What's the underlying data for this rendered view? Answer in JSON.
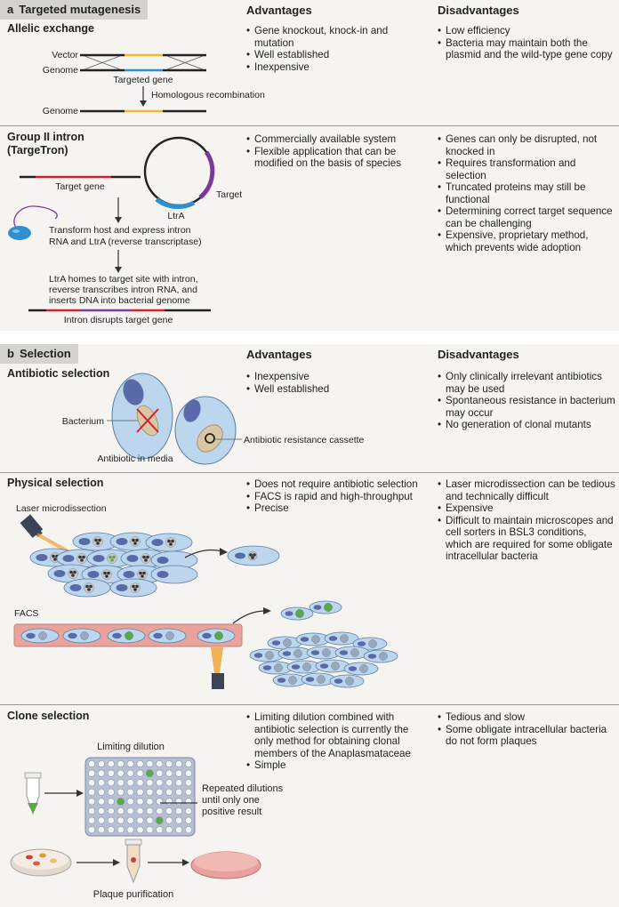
{
  "panel_a": {
    "letter": "a",
    "title": "Targeted mutagenesis",
    "col_adv": "Advantages",
    "col_dis": "Disadvantages",
    "allelic": {
      "title": "Allelic exchange",
      "vector": "Vector",
      "genome": "Genome",
      "targeted_gene": "Targeted gene",
      "homologous": "Homologous recombination",
      "genome2": "Genome",
      "advantages": [
        "Gene knockout, knock-in and mutation",
        "Well established",
        "Inexpensive"
      ],
      "disadvantages": [
        "Low efficiency",
        "Bacteria may maintain both the plasmid and the wild-type gene copy"
      ]
    },
    "intron": {
      "title_line1": "Group II intron",
      "title_line2": "(TargeTron)",
      "target_gene": "Target gene",
      "target": "Target",
      "ltra": "LtrA",
      "step1_line1": "Transform host and express intron",
      "step1_line2": "RNA and LtrA (reverse transcriptase)",
      "step2_line1": "LtrA homes to target site with intron,",
      "step2_line2": "reverse transcribes intron RNA, and",
      "step2_line3": "inserts DNA into bacterial genome",
      "disrupt": "Intron disrupts target gene",
      "advantages": [
        "Commercially available system",
        "Flexible application that can be modified on the basis of species"
      ],
      "disadvantages": [
        "Genes can only be disrupted, not knocked in",
        "Requires transformation and selection",
        "Truncated proteins may still be functional",
        "Determining correct target sequence can be challenging",
        "Expensive, proprietary method, which prevents wide adoption"
      ]
    }
  },
  "panel_b": {
    "letter": "b",
    "title": "Selection",
    "col_adv": "Advantages",
    "col_dis": "Disadvantages",
    "antibiotic": {
      "title": "Antibiotic selection",
      "bacterium": "Bacterium",
      "cassette": "Antibiotic resistance cassette",
      "media": "Antibiotic in media",
      "advantages": [
        "Inexpensive",
        "Well established"
      ],
      "disadvantages": [
        "Only clinically irrelevant antibiotics may be used",
        "Spontaneous resistance in bacterium may occur",
        "No generation of clonal mutants"
      ]
    },
    "physical": {
      "title": "Physical selection",
      "laser": "Laser microdissection",
      "facs": "FACS",
      "advantages": [
        "Does not require antibiotic selection",
        "FACS is rapid and high-throughput",
        "Precise"
      ],
      "disadvantages": [
        "Laser microdissection can be tedious and technically difficult",
        "Expensive",
        "Difficult to maintain microscopes and cell sorters in BSL3 conditions, which are required for some obligate intracellular bacteria"
      ]
    },
    "clone": {
      "title": "Clone selection",
      "limiting": "Limiting dilution",
      "repeated_line1": "Repeated dilutions",
      "repeated_line2": "until only one",
      "repeated_line3": "positive result",
      "plaque": "Plaque purification",
      "advantages": [
        "Limiting dilution combined with antibiotic selection is currently the only method for obtaining clonal members of the Anaplasmataceae",
        "Simple"
      ],
      "disadvantages": [
        "Tedious and slow",
        "Some obligate intracellular bacteria do not form plaques"
      ]
    }
  },
  "colors": {
    "panel_bg": "#f5f4f1",
    "tag_bg": "#d4d3cf",
    "gene_yellow": "#f2b731",
    "gene_blue": "#2f8fd0",
    "gene_red": "#d4202a",
    "intron_purple": "#7a3a97",
    "cell_fill": "#bcd6ee",
    "nucleus": "#5a6aa8",
    "infected_green": "#5aa84a",
    "laser_orange": "#f0a030",
    "tube_salmon": "#e8a090"
  }
}
